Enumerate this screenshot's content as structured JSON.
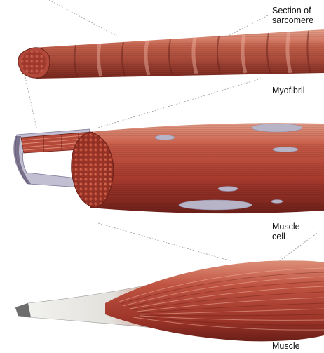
{
  "labels": {
    "sarcomere_line1": "Section of",
    "sarcomere_line2": "sarcomere",
    "myofibril": "Myofibril",
    "muscle_cell_line1": "Muscle",
    "muscle_cell_line2": "cell",
    "muscle": "Muscle"
  },
  "colors": {
    "muscle_red": "#b8483a",
    "muscle_dark": "#7d2a22",
    "muscle_light": "#d9826e",
    "membrane_grey": "#b6b2c6",
    "tendon_white": "#eeeeec",
    "leader_line": "#9a9a9a"
  }
}
